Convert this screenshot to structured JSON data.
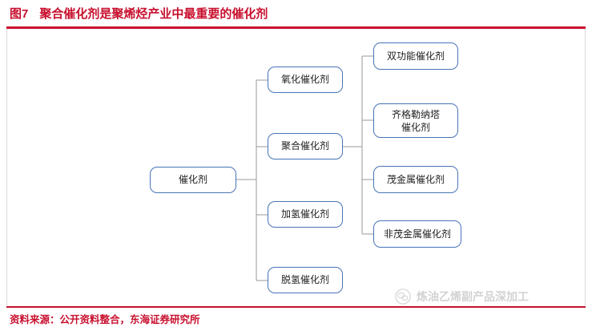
{
  "figure": {
    "label": "图7",
    "title": "聚合催化剂是聚烯烃产业中最重要的催化剂",
    "title_color": "#C8102E",
    "rule_color": "#C8102E"
  },
  "source": {
    "text": "资料来源：公开资料整合，东海证券研究所"
  },
  "watermark": {
    "icon": "wechat-circle-icon",
    "text": "炼油乙烯副产品深加工"
  },
  "diagram": {
    "node_border_color": "#4874B8",
    "connector_color": "#9A9A9A",
    "root": {
      "id": "root",
      "label": "催化剂"
    },
    "level2": [
      {
        "id": "oxidation",
        "label": "氧化催化剂"
      },
      {
        "id": "polymerization",
        "label": "聚合催化剂"
      },
      {
        "id": "hydrogenation",
        "label": "加氢催化剂"
      },
      {
        "id": "dehydrogenation",
        "label": "脱氢催化剂"
      }
    ],
    "level3": [
      {
        "id": "bifunctional",
        "label": "双功能催化剂"
      },
      {
        "id": "ziegler-natta",
        "label": "齐格勒纳塔\n催化剂"
      },
      {
        "id": "metallocene",
        "label": "茂金属催化剂"
      },
      {
        "id": "non-metallocene",
        "label": "非茂金属催化剂"
      }
    ]
  }
}
